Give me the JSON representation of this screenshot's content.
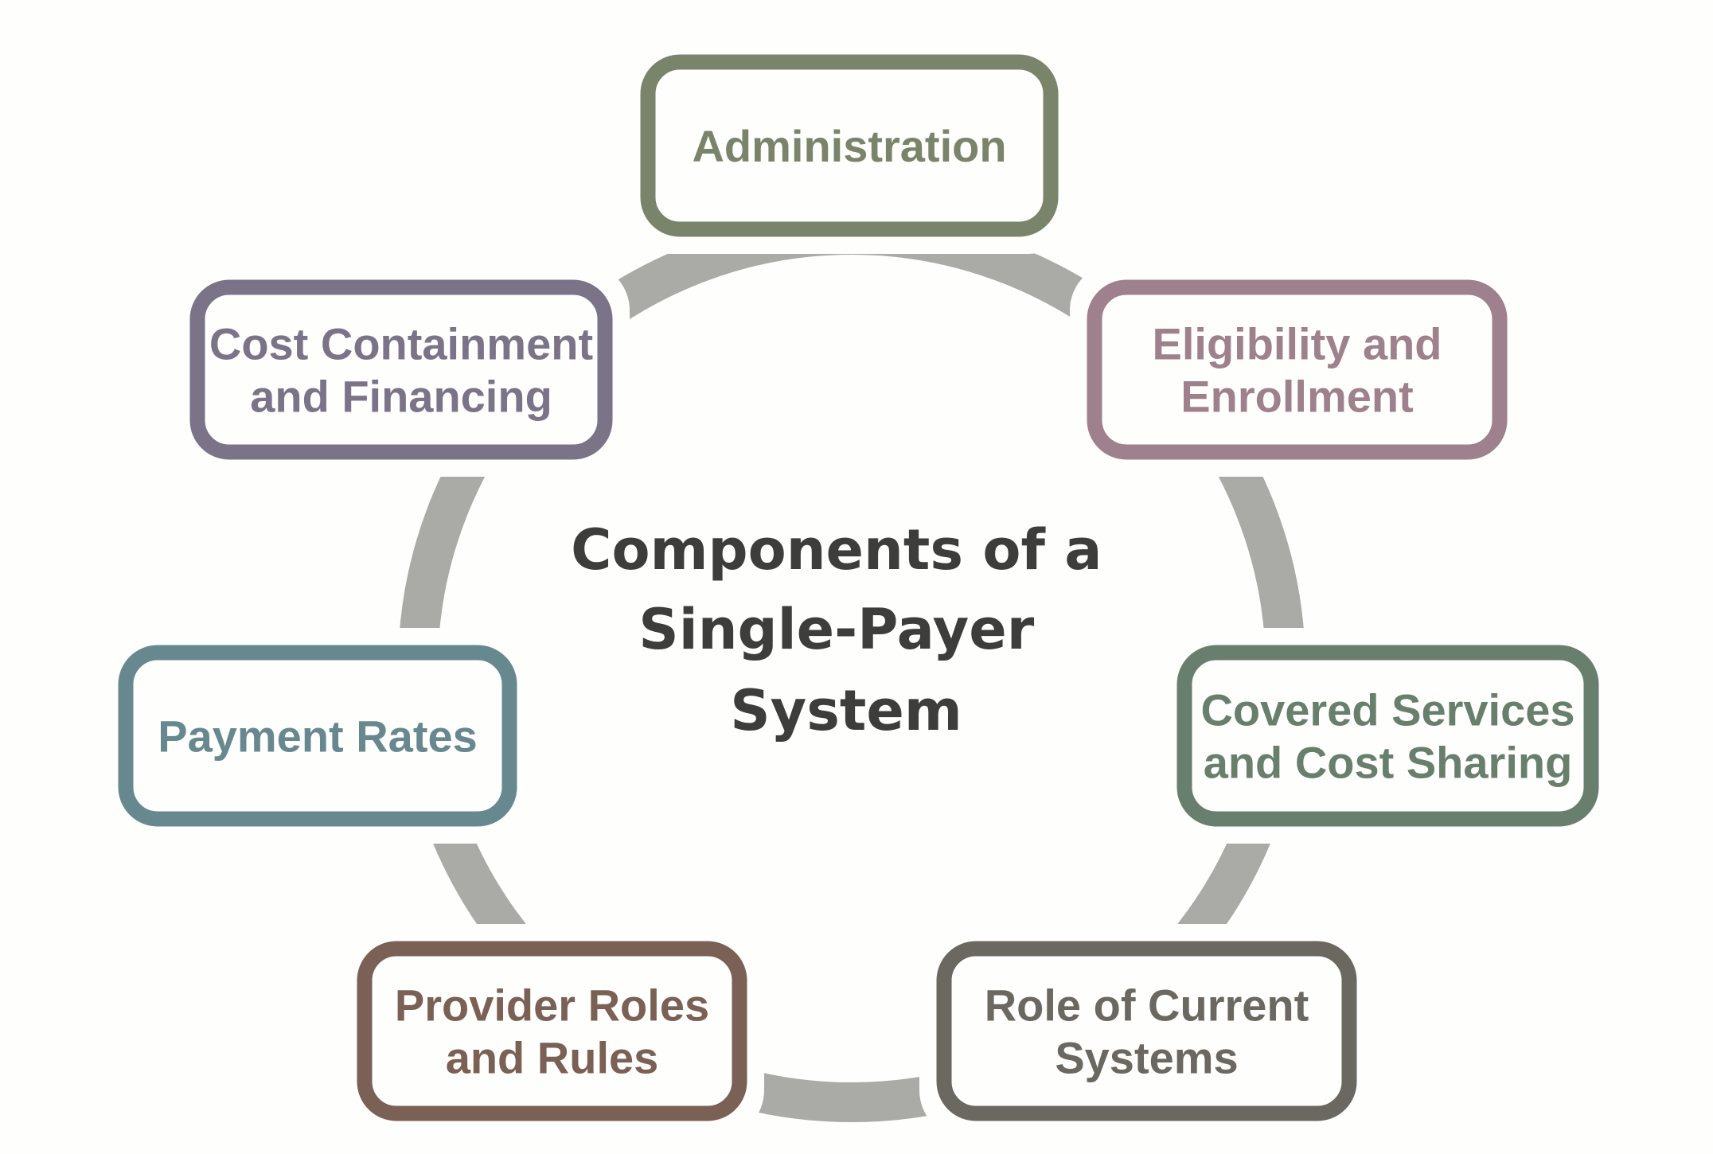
{
  "title": {
    "lines": [
      "Components of a",
      "Single-Payer",
      "System"
    ]
  },
  "colors": {
    "ring": "#aaaba6",
    "title": "#3d3d3b"
  },
  "components": [
    {
      "lines": [
        "Administration"
      ],
      "color": "#7a846b"
    },
    {
      "lines": [
        "Eligibility and",
        "Enrollment"
      ],
      "color": "#9e818d"
    },
    {
      "lines": [
        "Covered Services",
        "and Cost Sharing"
      ],
      "color": "#687f6d"
    },
    {
      "lines": [
        "Role of Current",
        "Systems"
      ],
      "color": "#6b6862"
    },
    {
      "lines": [
        "Provider Roles",
        "and Rules"
      ],
      "color": "#7a6055"
    },
    {
      "lines": [
        "Payment Rates"
      ],
      "color": "#688890"
    },
    {
      "lines": [
        "Cost Containment",
        "and Financing"
      ],
      "color": "#7b7388"
    }
  ]
}
